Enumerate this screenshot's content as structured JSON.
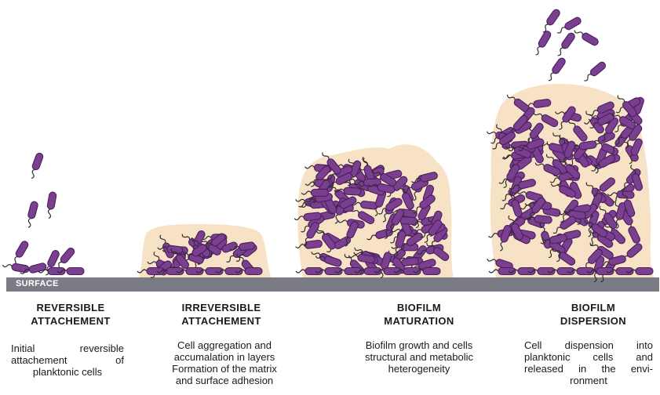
{
  "surface_label": "SURFACE",
  "colors": {
    "matrix": "#f8e2c5",
    "cell_fill": "#7a3f8e",
    "cell_stroke": "#4a1f5e",
    "flagellum": "#2e2e2e",
    "surface": "#7b7b86"
  },
  "stages": [
    {
      "title_lines": [
        "REVERSIBLE",
        "ATTACHEMENT"
      ],
      "desc_lines": [
        "Initial reversible",
        "attachement of",
        "planktonic cells"
      ]
    },
    {
      "title_lines": [
        "IRREVERSIBLE",
        "ATTACHEMENT"
      ],
      "desc_lines": [
        "Cell aggregation and",
        "accumalation in layers",
        "Formation of the matrix",
        "and surface adhesion"
      ]
    },
    {
      "title_lines": [
        "BIOFILM",
        "MATURATION"
      ],
      "desc_lines": [
        "Biofilm growth and cells",
        "structural and metabolic",
        "heterogeneity"
      ]
    },
    {
      "title_lines": [
        "BIOFILM",
        "DISPERSION"
      ],
      "desc_lines": [
        "Cell dispension into",
        "planktonic cells and",
        "released in the envi-",
        "ronment"
      ]
    }
  ]
}
